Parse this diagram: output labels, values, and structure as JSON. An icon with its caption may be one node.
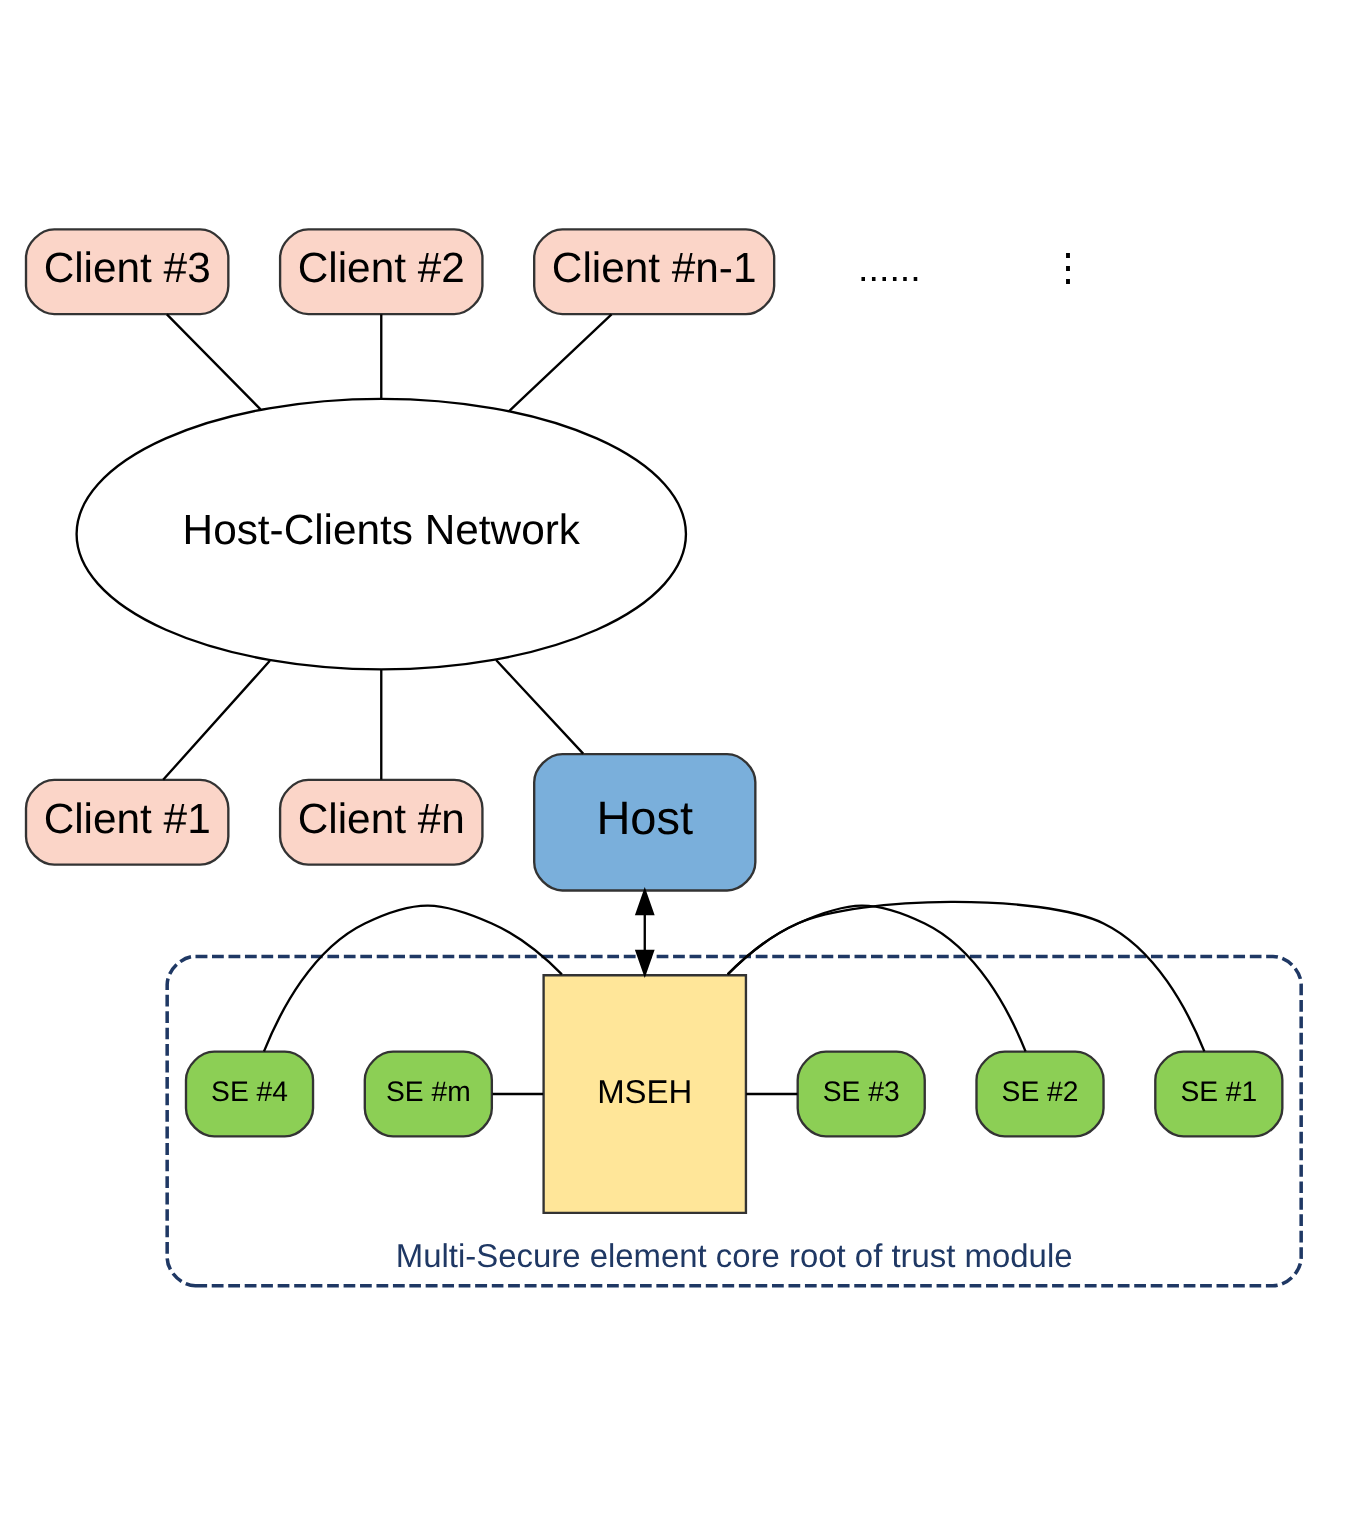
{
  "diagram": {
    "nodes": [
      {
        "text": [
          "Client #3"
        ]
      },
      {
        "text": [
          "Client #2"
        ]
      },
      {
        "text": [
          "Client #n-1"
        ]
      },
      {
        "text": [
          "Host-Clients Network"
        ]
      },
      {
        "text": [
          "Client #1"
        ]
      },
      {
        "text": [
          "Client #n"
        ]
      },
      {
        "text": [
          "Host"
        ]
      },
      {
        "text": [
          "Multi-Secure element core root of trust module"
        ]
      },
      {
        "text": [
          "SE #m"
        ],
        "in": 7
      },
      {
        "text": [
          "MSEH"
        ],
        "in": 7
      },
      {
        "text": [
          "SE #1"
        ],
        "in": 7
      },
      {
        "text": [
          "SE #2"
        ],
        "in": 7
      },
      {
        "text": [
          "SE #4"
        ],
        "in": 7
      },
      {
        "text": [
          "SE #3"
        ],
        "in": 7
      }
    ],
    "edges": [
      {
        "from": 0,
        "to": 3,
        "arrow": "none"
      },
      {
        "from": 1,
        "to": 3,
        "arrow": "none"
      },
      {
        "from": 2,
        "to": 3,
        "arrow": "none"
      },
      {
        "from": 3,
        "to": 4,
        "arrow": "none"
      },
      {
        "from": 3,
        "to": 5,
        "arrow": "none"
      },
      {
        "from": 3,
        "to": 6,
        "arrow": "none"
      },
      {
        "from": 6,
        "to": 9,
        "arrow": "both"
      },
      {
        "from": 8,
        "to": 9,
        "arrow": "none"
      },
      {
        "from": 12,
        "to": 9,
        "arrow": "none"
      },
      {
        "from": 9,
        "to": 10,
        "arrow": "none"
      },
      {
        "from": 9,
        "to": 11,
        "arrow": "none"
      },
      {
        "from": 9,
        "to": 13,
        "arrow": "none"
      }
    ],
    "labels": [
      "......",
      "⋮"
    ]
  }
}
